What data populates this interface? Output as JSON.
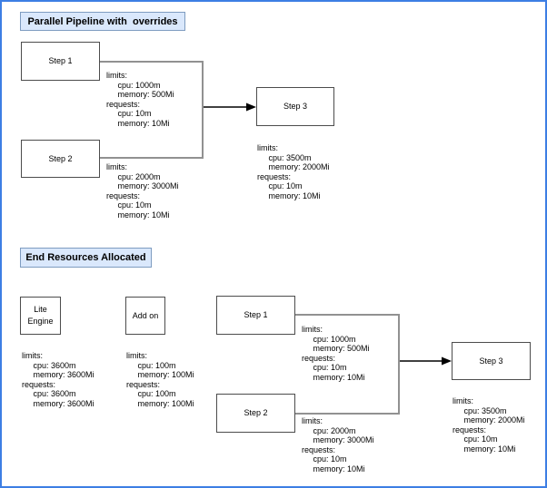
{
  "diagram": {
    "frame_color": "#3d7ee4",
    "title_fill": "#dae8fc",
    "title_border": "#7e9cc0",
    "top_section": {
      "title": "Parallel Pipeline with  overrides",
      "nodes": {
        "step1": "Step 1",
        "step2": "Step 2",
        "step3": "Step 3"
      },
      "resources": {
        "step1": [
          "limits:",
          "     cpu: 1000m",
          "     memory: 500Mi",
          "requests:",
          "     cpu: 10m",
          "     memory: 10Mi"
        ],
        "step2": [
          "limits:",
          "     cpu: 2000m",
          "     memory: 3000Mi",
          "requests:",
          "     cpu: 10m",
          "     memory: 10Mi"
        ],
        "step3": [
          "limits:",
          "     cpu: 3500m",
          "     memory: 2000Mi",
          "requests:",
          "     cpu: 10m",
          "     memory: 10Mi"
        ]
      }
    },
    "bottom_section": {
      "title": "End Resources Allocated",
      "nodes": {
        "lite_engine": "Lite Engine",
        "add_on": "Add on",
        "step1": "Step 1",
        "step2": "Step 2",
        "step3": "Step 3"
      },
      "resources": {
        "lite_engine": [
          "limits:",
          "     cpu: 3600m",
          "     memory: 3600Mi",
          "requests:",
          "     cpu: 3600m",
          "     memory: 3600Mi"
        ],
        "add_on": [
          "limits:",
          "     cpu: 100m",
          "     memory: 100Mi",
          "requests:",
          "     cpu: 100m",
          "     memory: 100Mi"
        ],
        "step1": [
          "limits:",
          "     cpu: 1000m",
          "     memory: 500Mi",
          "requests:",
          "     cpu: 10m",
          "     memory: 10Mi"
        ],
        "step2": [
          "limits:",
          "     cpu: 2000m",
          "     memory: 3000Mi",
          "requests:",
          "     cpu: 10m",
          "     memory: 10Mi"
        ],
        "step3": [
          "limits:",
          "     cpu: 3500m",
          "     memory: 2000Mi",
          "requests:",
          "     cpu: 10m",
          "     memory: 10Mi"
        ]
      }
    }
  }
}
